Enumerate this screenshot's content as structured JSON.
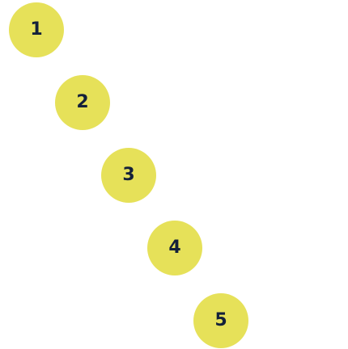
{
  "steps": [
    {
      "label": "1"
    },
    {
      "label": "2"
    },
    {
      "label": "3"
    },
    {
      "label": "4"
    },
    {
      "label": "5"
    }
  ],
  "colors": {
    "circle_fill": "#e6e159",
    "number_text": "#14213a",
    "background": "#ffffff"
  }
}
